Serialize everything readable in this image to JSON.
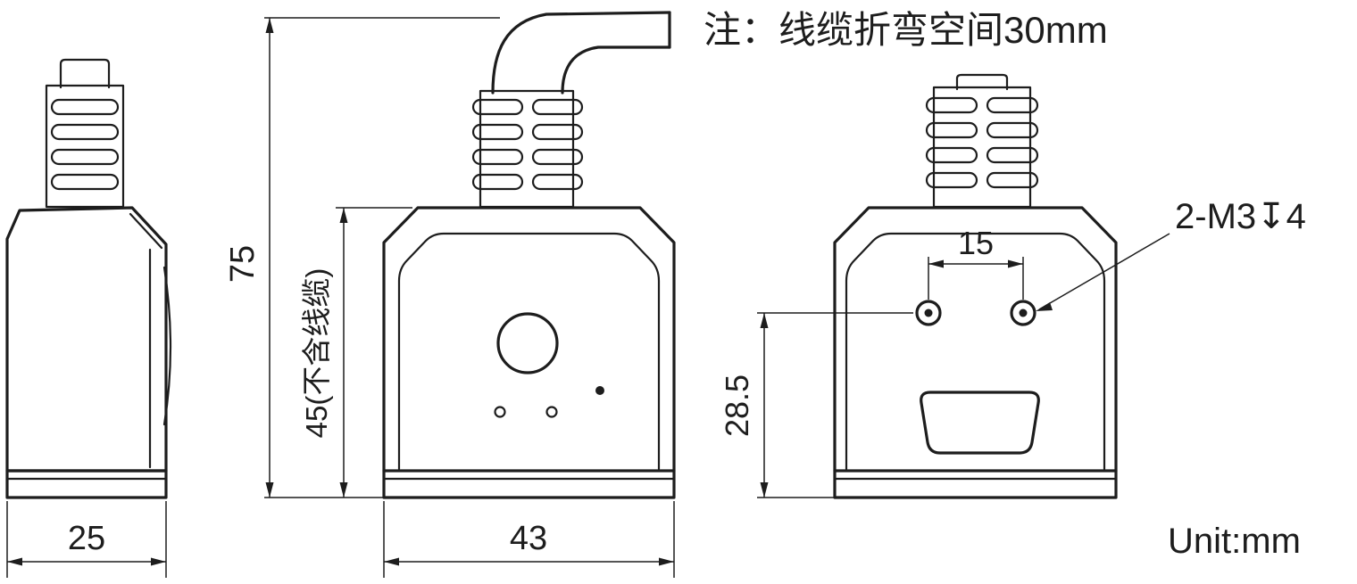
{
  "drawing": {
    "note": "注：线缆折弯空间30mm",
    "unit_label": "Unit:mm",
    "views": {
      "side": {
        "width_dim": "25"
      },
      "front": {
        "total_height_dim": "75",
        "body_height_dim": "45(不含线缆)",
        "width_dim": "43"
      },
      "back": {
        "hole_spacing_dim": "15",
        "hole_height_dim": "28.5",
        "thread_callout": "2-M3↧4"
      }
    },
    "colors": {
      "line": "#1d1d1d",
      "background": "#ffffff"
    }
  }
}
